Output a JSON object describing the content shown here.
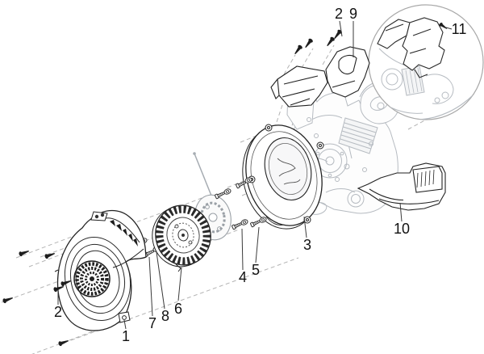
{
  "figure": {
    "background_color": "#ffffff",
    "primary_line_color": "#222222",
    "secondary_line_color": "#b6bbc1",
    "dashed_guide_color": "#b3b3b3",
    "label_color": "#111111"
  },
  "callouts": {
    "part1": "1",
    "screws_top": "2",
    "screws_left": "2",
    "part3": "3",
    "part4": "4",
    "part5": "5",
    "part6": "6",
    "part7": "7",
    "part8": "8",
    "part9": "9",
    "part10": "10",
    "part11": "11"
  }
}
